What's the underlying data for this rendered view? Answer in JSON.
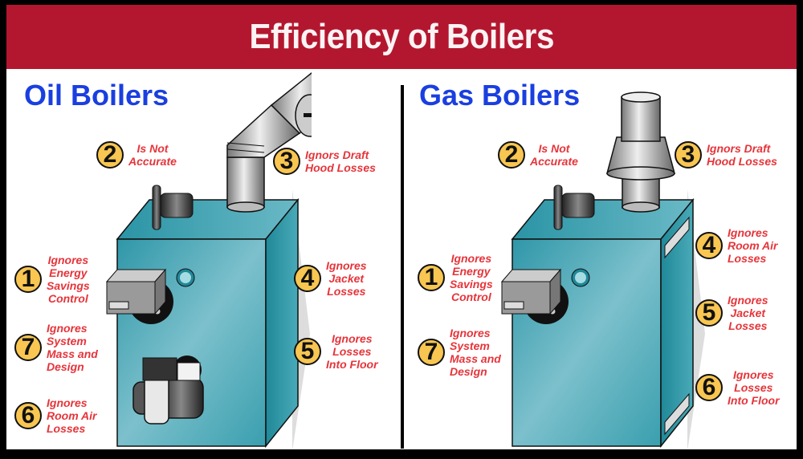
{
  "header": {
    "title": "Efficiency of Boilers"
  },
  "colors": {
    "header_bg": "#b3172f",
    "title_text": "#fbf3f4",
    "section_title": "#1a3fe0",
    "badge_fill": "#f8c651",
    "label_text": "#e6343a",
    "boiler_body": "#3a9fae"
  },
  "oil": {
    "title": "Oil Boilers",
    "callouts": [
      {
        "num": "1",
        "label": "Ignores\nEnergy\nSavings\nControl"
      },
      {
        "num": "2",
        "label": "Is Not\nAccurate"
      },
      {
        "num": "3",
        "label": "Ignors Draft\nHood Losses"
      },
      {
        "num": "4",
        "label": "Ignores\nJacket\nLosses"
      },
      {
        "num": "5",
        "label": "Ignores\nLosses\nInto Floor"
      },
      {
        "num": "6",
        "label": "Ignores\nRoom Air\nLosses"
      },
      {
        "num": "7",
        "label": "Ignores\nSystem\nMass and\nDesign"
      }
    ]
  },
  "gas": {
    "title": "Gas Boilers",
    "callouts": [
      {
        "num": "1",
        "label": "Ignores\nEnergy\nSavings\nControl"
      },
      {
        "num": "2",
        "label": "Is Not\nAccurate"
      },
      {
        "num": "3",
        "label": "Ignors Draft\nHood Losses"
      },
      {
        "num": "4",
        "label": "Ignores\nRoom Air\nLosses"
      },
      {
        "num": "5",
        "label": "Ignores\nJacket\nLosses"
      },
      {
        "num": "6",
        "label": "Ignores\nLosses\nInto Floor"
      },
      {
        "num": "7",
        "label": "Ignores\nSystem\nMass and\nDesign"
      }
    ]
  }
}
